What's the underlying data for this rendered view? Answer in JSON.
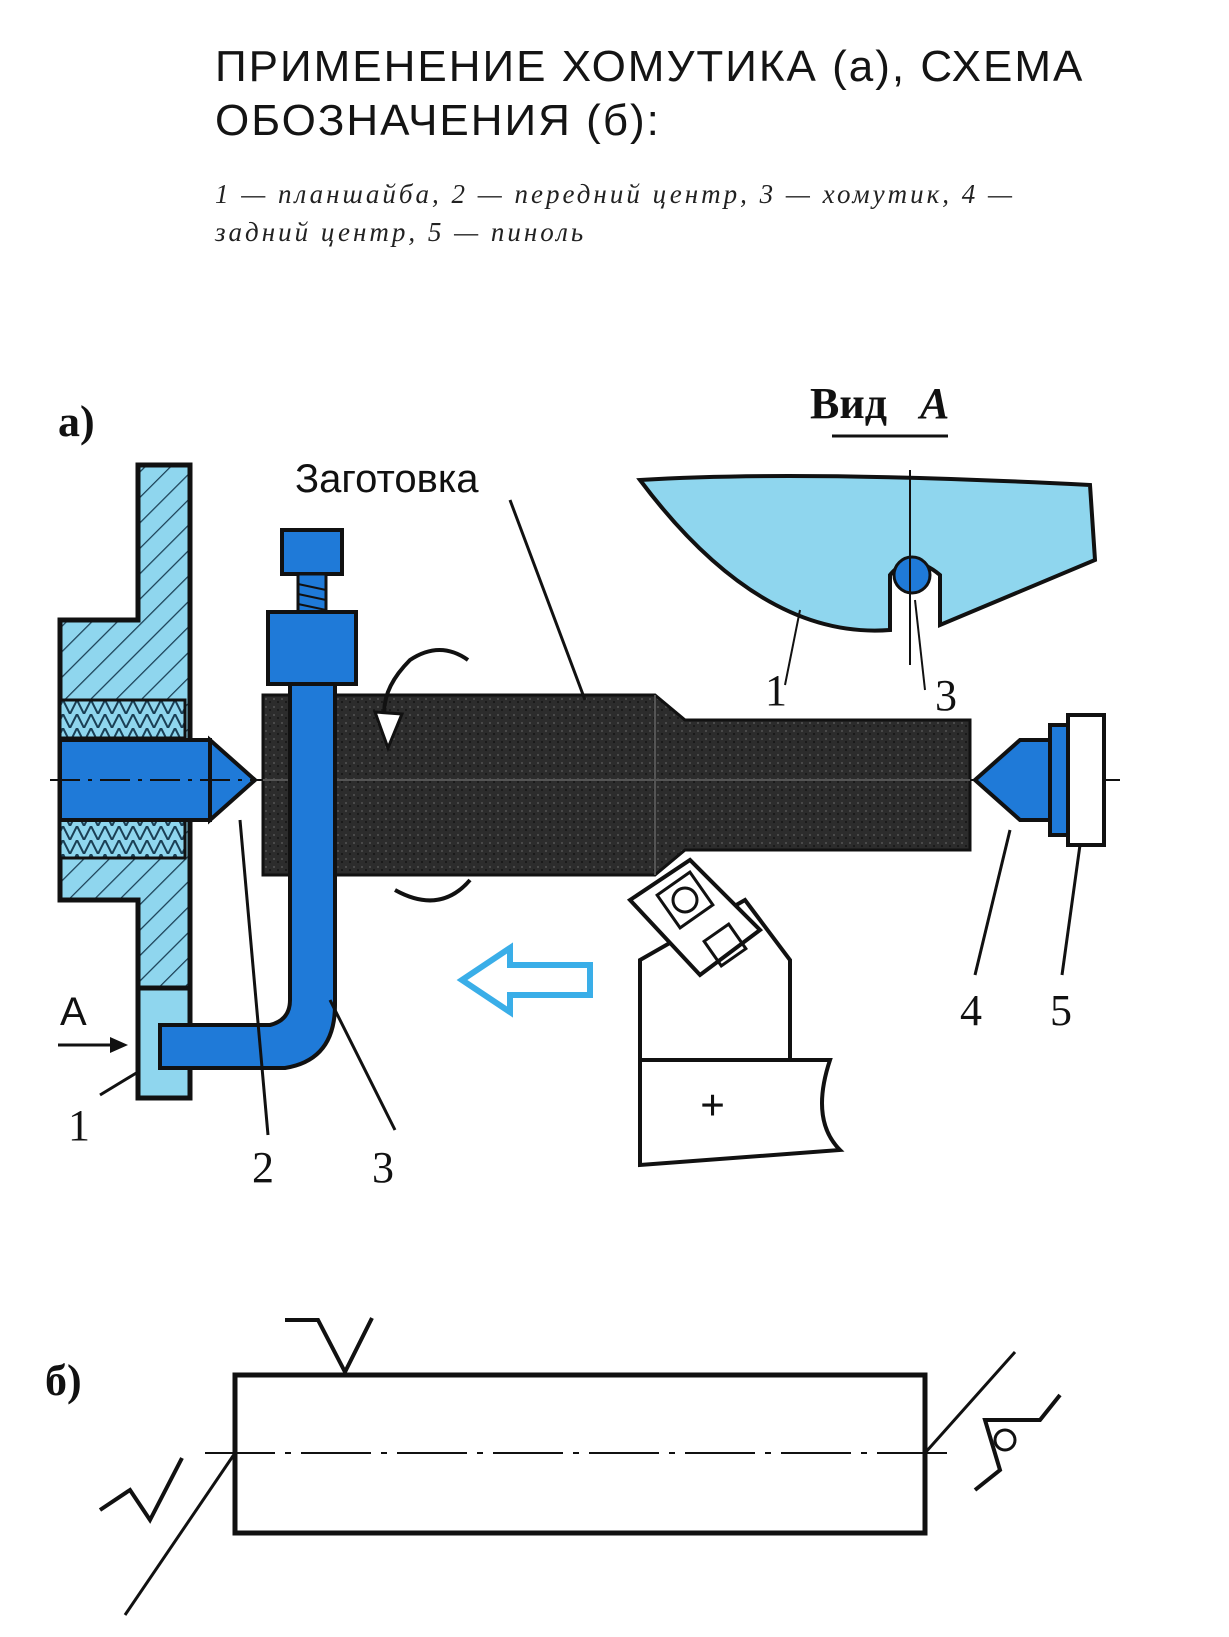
{
  "header": {
    "title_line1": "ПРИМЕНЕНИЕ ХОМУТИКА (а), СХЕМА",
    "title_line2": "ОБОЗНАЧЕНИЯ (б):",
    "legend_line1": "1 — планшайба, 2 — передний центр, 3 — хомутик, 4 —",
    "legend_line2": "задний центр, 5 — пиноль"
  },
  "figure_a": {
    "label": "а)",
    "workpiece_label": "Заготовка",
    "view_title_word": "Вид",
    "view_title_letter": "А",
    "view_callouts": [
      "1",
      "3"
    ],
    "arrow_label": "А",
    "callouts": [
      "1",
      "2",
      "3",
      "4",
      "5"
    ],
    "tool_sign": "+"
  },
  "figure_b": {
    "label": "б)"
  },
  "colors": {
    "blue_part": "#1f7ad8",
    "light_blue": "#8fd6ee",
    "workpiece": "#2c2c2c",
    "feed_arrow": "#3aaee8"
  }
}
